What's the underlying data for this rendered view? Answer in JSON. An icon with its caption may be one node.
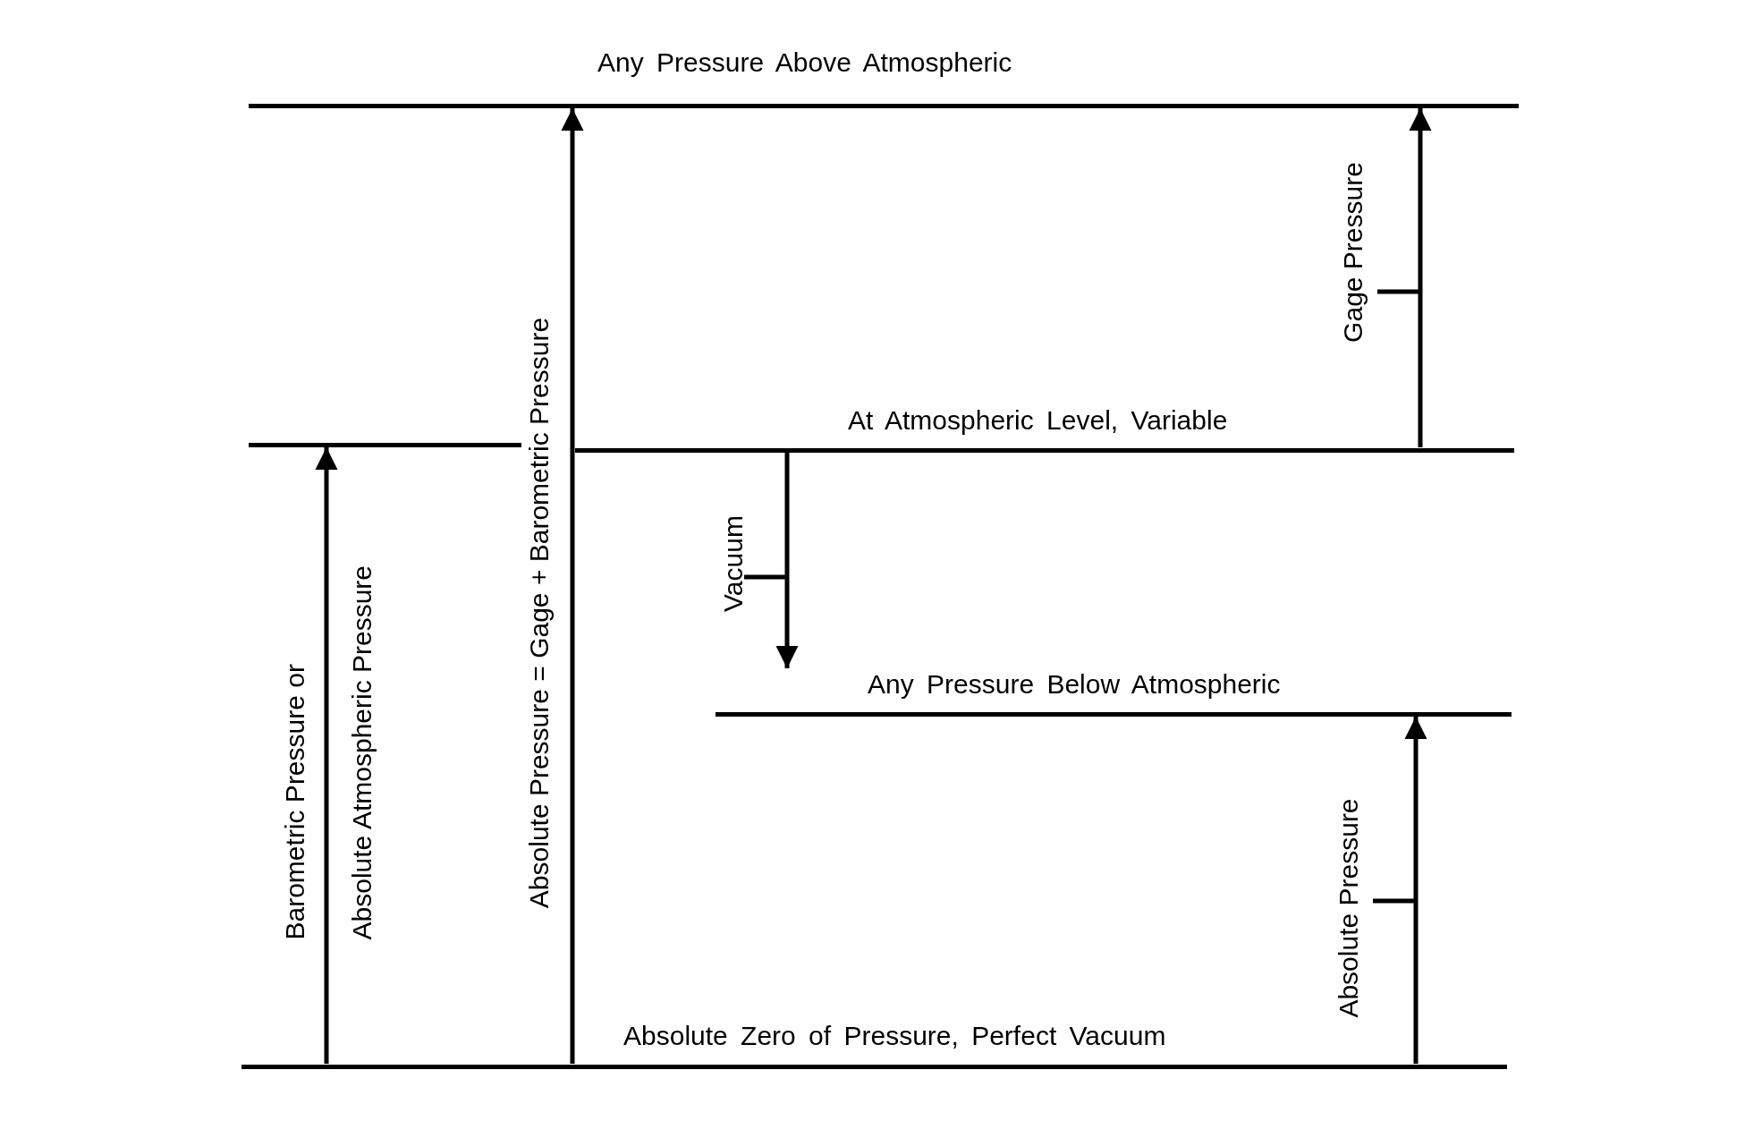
{
  "diagram": {
    "nodes": [
      {
        "text": [
          "Any Pressure Above Atmospheric"
        ]
      },
      {
        "text": [],
        "shape": "bar"
      },
      {
        "text": [
          "At Atmospheric Level, Variable"
        ]
      },
      {
        "text": [
          "Any Pressure Below Atmospheric"
        ]
      },
      {
        "text": [
          "Absolute Zero of Pressure, Perfect Vacuum"
        ]
      }
    ],
    "edges": [
      {
        "from": 4,
        "to": 1,
        "arrow": "to",
        "label": "Barometric Pressure or Absolute Atmospheric Pressure"
      },
      {
        "from": 4,
        "to": 0,
        "arrow": "to",
        "label": "Absolute Pressure = Gage + Barometric Pressure"
      },
      {
        "from": 2,
        "to": 0,
        "arrow": "to",
        "label": "Gage Pressure"
      },
      {
        "from": 2,
        "to": 3,
        "arrow": "to",
        "label": "Vacuum"
      },
      {
        "from": 4,
        "to": 3,
        "arrow": "to",
        "label": "Absolute Pressure"
      }
    ]
  }
}
